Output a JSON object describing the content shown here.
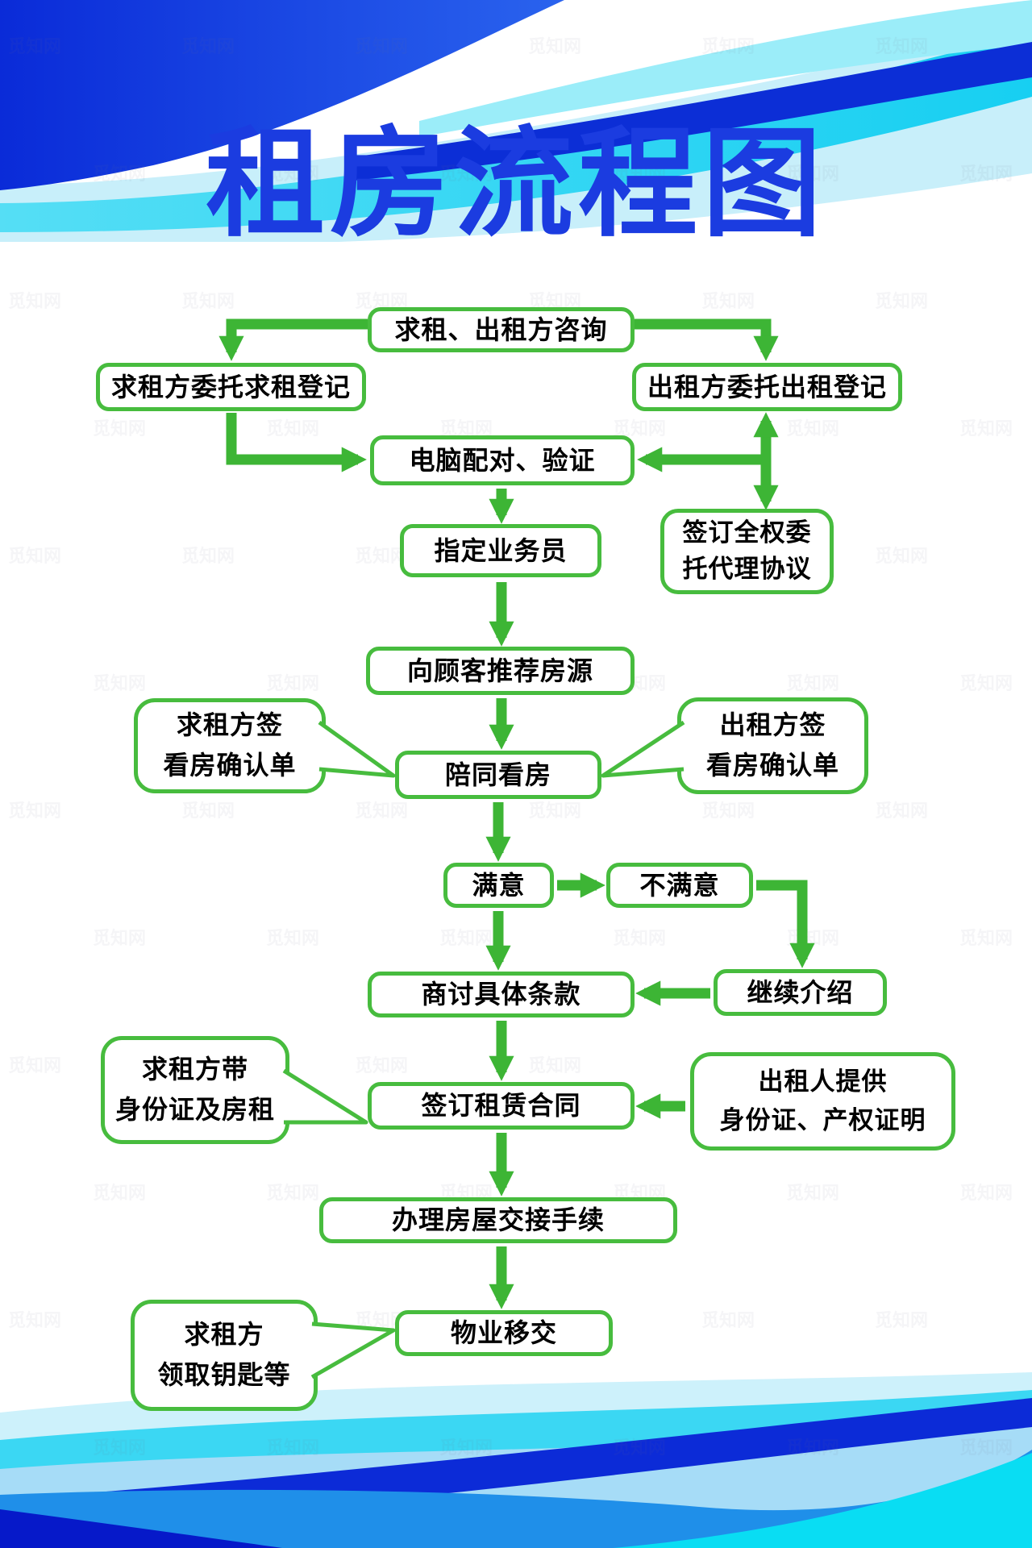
{
  "title": "租房流程图",
  "watermark": "觅知网",
  "colors": {
    "title_blue": "#1B3CE0",
    "box_border_green": "#47BC3E",
    "arrow_green": "#3DB535",
    "header_deep_blue": "#0A2BD8",
    "header_stripe_blue": "#0C2ED6",
    "header_cyan": "#30D6F3",
    "footer_medium_blue": "#1F8FE9",
    "footer_deep_blue": "#0619C9"
  },
  "nodes": {
    "consult": {
      "label": "求租、出租方咨询"
    },
    "tenant_reg": {
      "label": "求租方委托求租登记"
    },
    "landlord_reg": {
      "label": "出租方委托出租登记"
    },
    "match": {
      "label": "电脑配对、验证"
    },
    "agency": {
      "line1": "签订全权委",
      "line2": "托代理协议"
    },
    "assign": {
      "label": "指定业务员"
    },
    "recommend": {
      "label": "向顾客推荐房源"
    },
    "tenant_confirm": {
      "line1": "求租方签",
      "line2": "看房确认单"
    },
    "accompany": {
      "label": "陪同看房"
    },
    "landlord_confirm": {
      "line1": "出租方签",
      "line2": "看房确认单"
    },
    "satisfied": {
      "label": "满意"
    },
    "unsatisfied": {
      "label": "不满意"
    },
    "negotiate": {
      "label": "商讨具体条款"
    },
    "continue_intro": {
      "label": "继续介绍"
    },
    "bring_id": {
      "line1": "求租方带",
      "line2": "身份证及房租"
    },
    "sign_contract": {
      "label": "签订租赁合同"
    },
    "landlord_provide": {
      "line1": "出租人提供",
      "line2": "身份证、产权证明"
    },
    "handover": {
      "label": "办理房屋交接手续"
    },
    "receive_keys": {
      "line1": "求租方",
      "line2": "领取钥匙等"
    },
    "property_transfer": {
      "label": "物业移交"
    }
  }
}
